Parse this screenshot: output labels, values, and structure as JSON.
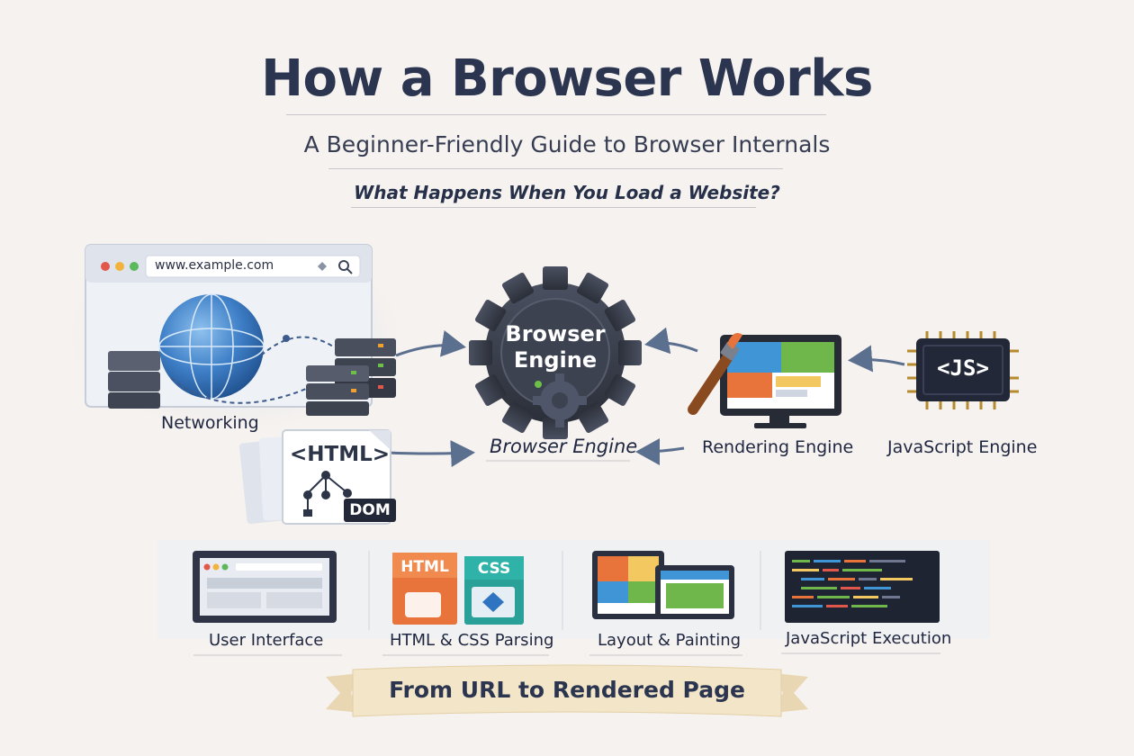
{
  "title": "How a Browser Works",
  "subtitle": "A Beginner-Friendly Guide to Browser Internals",
  "question": "What Happens When You Load a Website?",
  "browser_window": {
    "url": "www.example.com"
  },
  "networking": {
    "label": "Networking"
  },
  "engine_gear": {
    "text_line1": "Browser",
    "text_line2": "Engine"
  },
  "engine_label": "Browser Engine",
  "html_doc": {
    "tag": "<HTML>",
    "dom_badge": "DOM"
  },
  "rendering": {
    "label": "Rendering Engine"
  },
  "javascript": {
    "chip_text": "<JS>",
    "label": "JavaScript Engine"
  },
  "stages": [
    {
      "label": "User Interface"
    },
    {
      "label": "HTML & CSS Parsing",
      "html_badge": "HTML",
      "css_badge": "CSS"
    },
    {
      "label": "Layout & Painting"
    },
    {
      "label": "JavaScript Execution"
    }
  ],
  "banner": "From URL to Rendered Page",
  "colors": {
    "title": "#2b3550",
    "background": "#f6f2ef",
    "globe": "#3e7fc7",
    "gear": "#3a3f4d",
    "html_orange": "#e8743b",
    "css_teal": "#2aa198"
  }
}
